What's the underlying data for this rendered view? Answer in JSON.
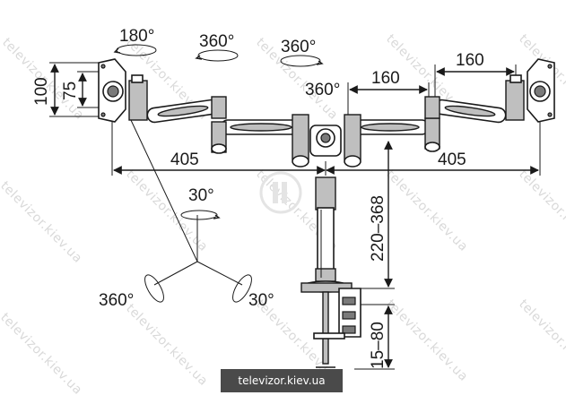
{
  "watermark": {
    "text": "televizor.kiev.ua"
  },
  "footer_label": "televizor.kiev.ua",
  "dimensions": {
    "rotation_180": "180°",
    "rotation_360_left": "360°",
    "rotation_360_right": "360°",
    "rotation_360_center": "360°",
    "height_100": "100",
    "height_75": "75",
    "width_160_center": "160",
    "width_160_right": "160",
    "reach_405_left": "405",
    "reach_405_right": "405",
    "tilt_30_top": "30°",
    "swivel_360_bottom": "360°",
    "tilt_30_bottom": "30°",
    "pole_height": "220–368",
    "clamp_range": "15–80"
  }
}
